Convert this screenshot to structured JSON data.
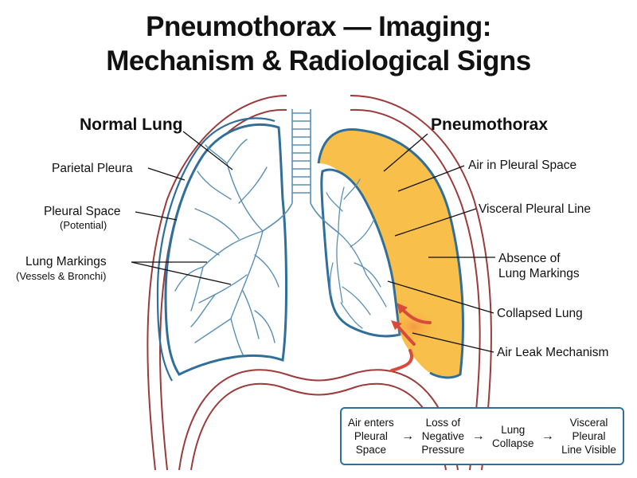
{
  "title": {
    "line1": "Pneumothorax — Imaging:",
    "line2": "Mechanism & Radiological Signs"
  },
  "left_panel": {
    "header": "Normal Lung",
    "labels": {
      "parietal_pleura": "Parietal Pleura",
      "pleural_space": "Pleural Space",
      "pleural_space_note": "(Potential)",
      "lung_markings": "Lung Markings",
      "lung_markings_note": "(Vessels & Bronchi)"
    }
  },
  "right_panel": {
    "header": "Pneumothorax",
    "labels": {
      "air_in_pleural_space": "Air in Pleural Space",
      "visceral_pleural_line": "Visceral Pleural Line",
      "absence_line1": "Absence of",
      "absence_line2": "Lung Markings",
      "collapsed_lung": "Collapsed Lung",
      "air_leak": "Air Leak Mechanism"
    }
  },
  "flow": {
    "steps": [
      "Air enters\nPleural\nSpace",
      "Loss of\nNegative\nPressure",
      "Lung\nCollapse",
      "Visceral\nPleural\nLine Visible"
    ],
    "arrow": "→"
  },
  "colors": {
    "outline_red": "#9b3b3b",
    "pleura_blue": "#2f6f99",
    "vessel_blue": "#5a8fb5",
    "air_orange": "#f8bf4a",
    "arrow_red": "#d94a3a"
  }
}
